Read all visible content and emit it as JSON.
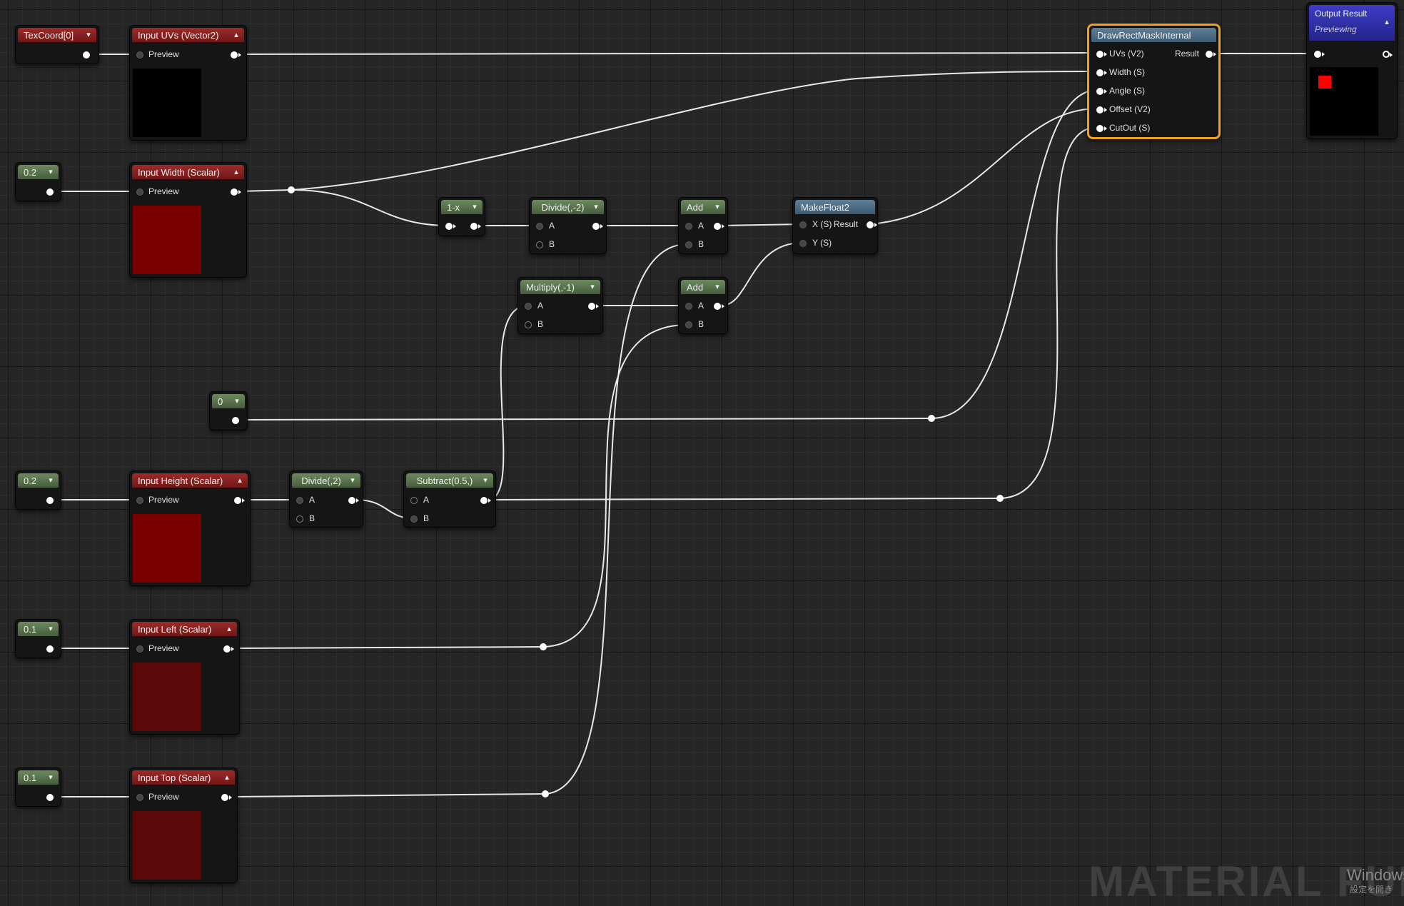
{
  "editor": {
    "watermark": "MATERIAL FUN",
    "os_watermark": "Windows",
    "os_watermark_sub": "設定を開き"
  },
  "colors": {
    "function_input_header": "#851f1f",
    "constant_header": "#59754d",
    "make_float_header": "#4d6b84",
    "output_header": "#2c2ca8",
    "selection_outline": "#f0a21a",
    "wire": "#e8e8e8",
    "preview_red": "#7a0000",
    "preview_dark_red": "#5a0808",
    "preview_black": "#000000",
    "output_swatch": "#ff0000"
  },
  "nodes": {
    "texcoord": {
      "title": "TexCoord[0]",
      "icon": "chevron-down-icon"
    },
    "input_uvs": {
      "title": "Input UVs (Vector2)",
      "preview_label": "Preview",
      "icon": "chevron-up-icon"
    },
    "const_width": {
      "title": "0.2",
      "icon": "chevron-down-icon"
    },
    "input_width": {
      "title": "Input Width (Scalar)",
      "preview_label": "Preview",
      "icon": "chevron-up-icon"
    },
    "one_minus": {
      "title": "1-x",
      "icon": "chevron-down-icon"
    },
    "divide_neg2": {
      "title": "Divide(,-2)",
      "pin_a": "A",
      "pin_b": "B",
      "icon": "chevron-down-icon"
    },
    "add_1": {
      "title": "Add",
      "pin_a": "A",
      "pin_b": "B",
      "icon": "chevron-down-icon"
    },
    "make_float2": {
      "title": "MakeFloat2",
      "pin_x": "X (S)",
      "pin_y": "Y (S)",
      "result": "Result"
    },
    "multiply_neg1": {
      "title": "Multiply(,-1)",
      "pin_a": "A",
      "pin_b": "B",
      "icon": "chevron-down-icon"
    },
    "add_2": {
      "title": "Add",
      "pin_a": "A",
      "pin_b": "B",
      "icon": "chevron-down-icon"
    },
    "const_zero": {
      "title": "0",
      "icon": "chevron-down-icon"
    },
    "const_height": {
      "title": "0.2",
      "icon": "chevron-down-icon"
    },
    "input_height": {
      "title": "Input Height (Scalar)",
      "preview_label": "Preview",
      "icon": "chevron-up-icon"
    },
    "divide_2": {
      "title": "Divide(,2)",
      "pin_a": "A",
      "pin_b": "B",
      "icon": "chevron-down-icon"
    },
    "subtract_05": {
      "title": "Subtract(0.5,)",
      "pin_a": "A",
      "pin_b": "B",
      "icon": "chevron-down-icon"
    },
    "const_left": {
      "title": "0.1",
      "icon": "chevron-down-icon"
    },
    "input_left": {
      "title": "Input Left (Scalar)",
      "preview_label": "Preview",
      "icon": "chevron-up-icon"
    },
    "const_top": {
      "title": "0.1",
      "icon": "chevron-down-icon"
    },
    "input_top": {
      "title": "Input Top (Scalar)",
      "preview_label": "Preview",
      "icon": "chevron-up-icon"
    },
    "draw_rect_mask": {
      "title": "DrawRectMaskInternal",
      "inputs": [
        "UVs (V2)",
        "Width (S)",
        "Angle (S)",
        "Offset (V2)",
        "CutOut (S)"
      ],
      "output": "Result"
    },
    "output_result": {
      "title": "Output Result",
      "subtitle": "Previewing",
      "icon": "chevron-up-icon"
    }
  }
}
